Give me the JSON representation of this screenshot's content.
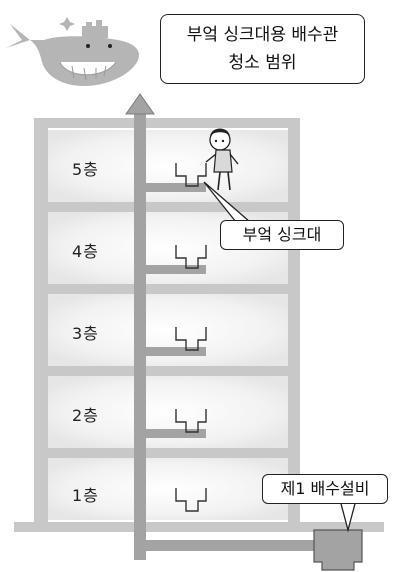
{
  "title": {
    "line1": "부엌 싱크대용 배수관",
    "line2": "청소 범위"
  },
  "floors": [
    "5층",
    "4층",
    "3층",
    "2층",
    "1층"
  ],
  "callouts": {
    "sink": "부엌 싱크대",
    "facility": "제1 배수설비"
  },
  "colors": {
    "pipe": "#a3a3a3",
    "pipe_dark": "#8a8a8a",
    "floor_slab": "#c8c8c8",
    "outline": "#222222",
    "mascot": "#b5b5b5"
  }
}
